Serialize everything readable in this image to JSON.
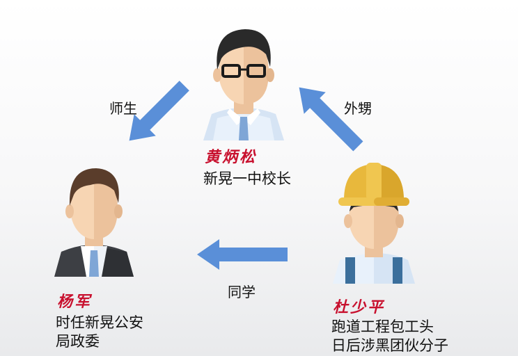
{
  "people": {
    "huang": {
      "name": "黄炳松",
      "desc": [
        "新晃一中校长"
      ]
    },
    "yang": {
      "name": "杨军",
      "desc": [
        "时任新晃公安",
        "局政委"
      ]
    },
    "du": {
      "name": "杜少平",
      "desc": [
        "跑道工程包工头",
        "日后涉黑团伙分子"
      ]
    }
  },
  "relations": {
    "teacher_student": "师生",
    "nephew": "外甥",
    "classmate": "同学"
  },
  "colors": {
    "arrow": "#5a8fd8",
    "name": "#c8102e",
    "helmet": "#e8b83c",
    "skin": "#f7d5b3"
  }
}
